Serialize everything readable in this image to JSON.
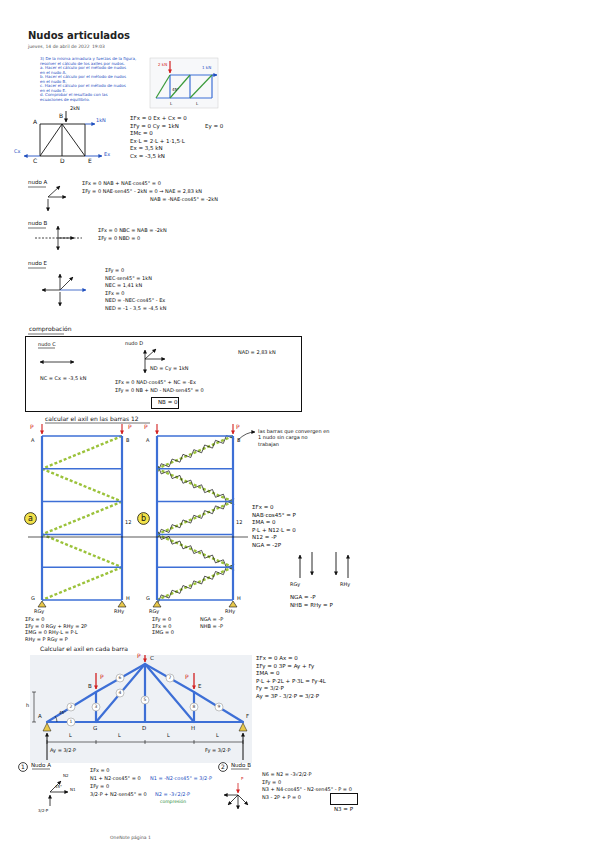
{
  "diagram": {
    "title": "Nudos articulados",
    "nodes": [
      {
        "text": [
          "comprobación"
        ]
      },
      {
        "text": [
          "NB = 0"
        ],
        "in": 0
      },
      {
        "text": [
          "a"
        ]
      },
      {
        "text": [
          "b"
        ]
      },
      {
        "text": [
          "1"
        ]
      },
      {
        "text": [
          "2"
        ]
      },
      {
        "text": [
          "N3 = P"
        ]
      }
    ],
    "labels": [
      "jueves, 14 de abril de 2022",
      "19:03",
      "3) De la misma armadura y fuerzas de la figura,",
      "resolver el cálculo de los axiles por nudos.",
      "a. Hacer el cálculo por el método de nudos",
      "en el nudo A.",
      "b. Hacer el cálculo por el método de nudos",
      "en el nudo B.",
      "c. Hacer el cálculo por el método de nudos",
      "en el nudo E.",
      "d. Comprobar el resultado con las",
      "ecuaciones de equilibrio.",
      "45°",
      "1 kN",
      "2 kN",
      "L",
      "L",
      "A",
      "B",
      "C",
      "D",
      "E",
      "1kN",
      "2kN",
      "Ex",
      "Cx",
      "ΣFx = 0    Ex + Cx = 0",
      "ΣFy = 0    Cy = 1kN",
      "ΣMc = 0",
      "Ex·L = 2·L + 1·1,5·L",
      "Ex = 3,5 kN",
      "Cx = -3,5 kN",
      "Ey = 0",
      "nudo A",
      "ΣFx = 0    NAB + NAE·cos45° = 0",
      "ΣFy = 0    NAE·sen45° - 2kN = 0 → NAE = 2,83 kN",
      "NAB = -NAE·cos45° = -2kN",
      "nudo B",
      "ΣFx = 0    NBC = NAB = -2kN",
      "ΣFy = 0    NBD = 0",
      "nudo E",
      "ΣFy = 0",
      "NEC·sen45° = 1kN",
      "NEC = 1,41 kN",
      "ΣFx = 0",
      "NED = -NEC·cos45° - Ex",
      "NED = -1 - 3,5 = -4,5 kN",
      "nudo C",
      "NC = Cx = -3,5 kN",
      "nudo D",
      "ND = Cy = 1kN",
      "NAD = 2,83 kN",
      "ΣFx = 0    NAD·cos45° + NC = -Ex",
      "ΣFy = 0    NB + ND - NAD·sen45° = 0",
      "calcular el axil en las barras 12",
      "las barras que convergen en 1 nudo sin carga no trabajan",
      "P",
      "P",
      "P",
      "P",
      "A",
      "B",
      "G",
      "H",
      "A",
      "B",
      "G",
      "H",
      "12",
      "12",
      "RGy",
      "RHy",
      "RGy",
      "RHy",
      "ΣFx = 0",
      "ΣFy = 0    RGy + RHy = 2P",
      "ΣMG = 0    RHy·L = P·L",
      "RHy = P    RGy = P",
      "ΣFy = 0",
      "ΣFx = 0",
      "ΣMG = 0",
      "NGA = -P",
      "NHB = -P",
      "ΣFx = 0",
      "NAB·cos45° = P",
      "ΣMA = 0",
      "P·L + N12·L = 0",
      "N12 = -P",
      "NGA = -2P",
      "RGy",
      "RHy",
      "NGA = -P",
      "NHB = RHy = P",
      "Calcular el axil en cada barra",
      "A",
      "B",
      "C",
      "D",
      "E",
      "F",
      "G",
      "H",
      "P",
      "P",
      "P",
      "1",
      "2",
      "3",
      "4",
      "5",
      "6",
      "7",
      "8",
      "9",
      "h",
      "L",
      "L",
      "L",
      "L",
      "Ay = 3/2·P",
      "Fy = 3/2·P",
      "45°",
      "ΣFx = 0    Ax = 0",
      "ΣFy = 0    3P = Ay + Fy",
      "ΣMA = 0",
      "P·L + P·2L + P·3L = Fy·4L",
      "Fy = 3/2·P",
      "Ay = 3P - 3/2·P = 3/2·P",
      "Nudo A",
      "ΣFx = 0",
      "N1 + N2·cos45° = 0",
      "ΣFy = 0",
      "3/2·P + N2·sen45° = 0",
      "N1 = -N2·cos45° = 3/2·P",
      "N2 = -3√2/2·P",
      "compresión",
      "N1",
      "N2",
      "45°",
      "3/2·P",
      "Nudo B",
      "N6 = N2 = -3√2/2·P",
      "ΣFy = 0",
      "N3 + N4·cos45° - N2·sen45° - P = 0",
      "N3 - 2P + P = 0",
      "P",
      "OneNote página 1"
    ]
  }
}
